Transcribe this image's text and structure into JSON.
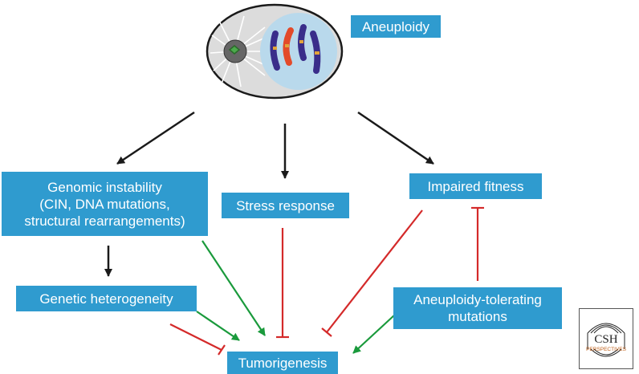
{
  "nodes": {
    "aneuploidy": "Aneuploidy",
    "genomic_instability": [
      "Genomic instability",
      "(CIN, DNA mutations,",
      "structural rearrangements)"
    ],
    "stress_response": "Stress response",
    "impaired_fitness": "Impaired fitness",
    "genetic_heterogeneity": "Genetic heterogeneity",
    "tolerating_mutations": [
      "Aneuploidy-tolerating",
      "mutations"
    ],
    "tumorigenesis": "Tumorigenesis"
  },
  "logo": {
    "line1": "CSH",
    "line2": "PERSPECTIVES"
  },
  "colors": {
    "box": "#2f9bcf",
    "black_arrow": "#1a1a1a",
    "promote_arrow": "#1a9a3c",
    "inhibit_line": "#d42a2a"
  }
}
